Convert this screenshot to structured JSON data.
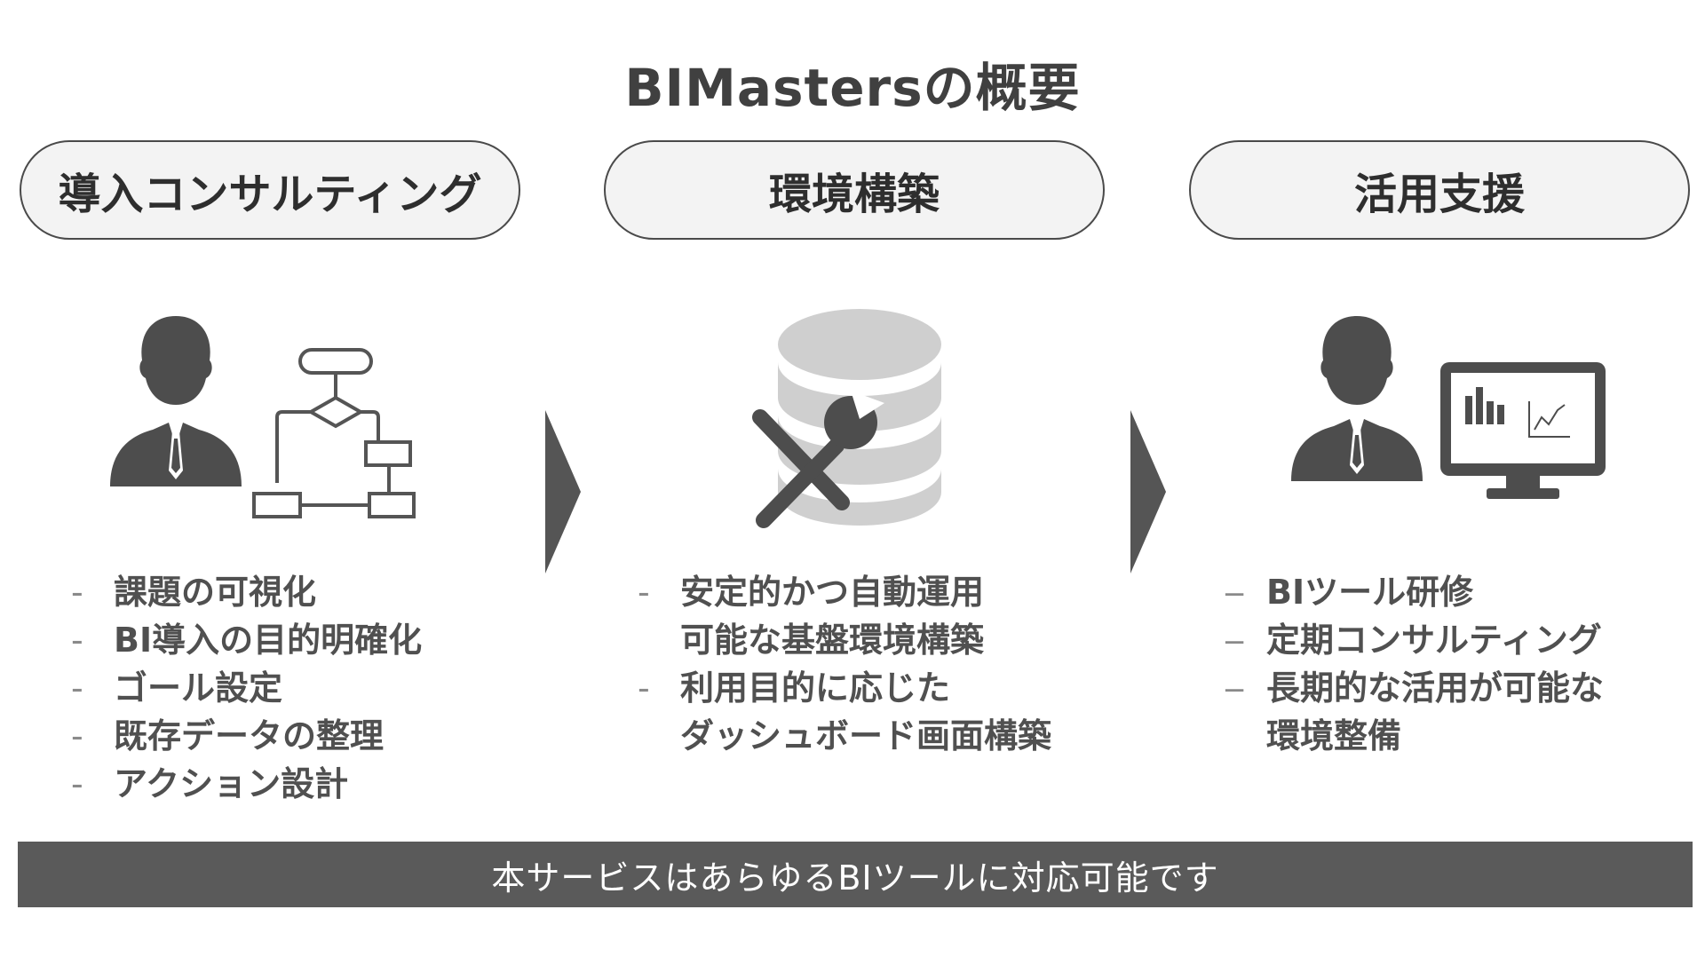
{
  "title": "BIMastersの概要",
  "columns": [
    {
      "heading": "導入コンサルティング",
      "icon": "person-flowchart-icon",
      "items": [
        {
          "lines": [
            "課題の可視化"
          ]
        },
        {
          "lines": [
            "BI導入の目的明確化"
          ]
        },
        {
          "lines": [
            "ゴール設定"
          ]
        },
        {
          "lines": [
            "既存データの整理"
          ]
        },
        {
          "lines": [
            "アクション設計"
          ]
        }
      ]
    },
    {
      "heading": "環境構築",
      "icon": "database-tools-icon",
      "items": [
        {
          "lines": [
            "安定的かつ自動運用",
            "可能な基盤環境構築"
          ]
        },
        {
          "lines": [
            "利用目的に応じた",
            "ダッシュボード画面構築"
          ]
        }
      ]
    },
    {
      "heading": "活用支援",
      "icon": "person-monitor-icon",
      "items": [
        {
          "lines": [
            "BIツール研修"
          ]
        },
        {
          "lines": [
            "定期コンサルティング"
          ]
        },
        {
          "lines": [
            "長期的な活用が可能な",
            "環境整備"
          ]
        }
      ]
    }
  ],
  "list_marks": [
    "-",
    "-",
    "‒"
  ],
  "footer": "本サービスはあらゆるBIツールに対応可能です",
  "colors": {
    "icon_dark": "#4d4d4d",
    "icon_light": "#cfcfcf",
    "arrow": "#555555",
    "banner": "#5a5a5a"
  }
}
